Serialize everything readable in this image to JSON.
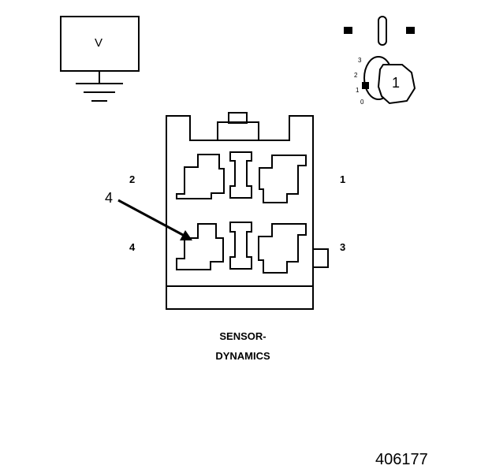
{
  "voltmeter": {
    "symbol": "V"
  },
  "ignition": {
    "positions": [
      "3",
      "2",
      "1",
      "0"
    ],
    "key_number": "1"
  },
  "connector": {
    "pin_labels": {
      "top_left": "2",
      "top_right": "1",
      "bottom_left": "4",
      "bottom_right": "3"
    },
    "callout": "4",
    "caption_line1": "SENSOR-",
    "caption_line2": "DYNAMICS"
  },
  "figure_number": "406177"
}
